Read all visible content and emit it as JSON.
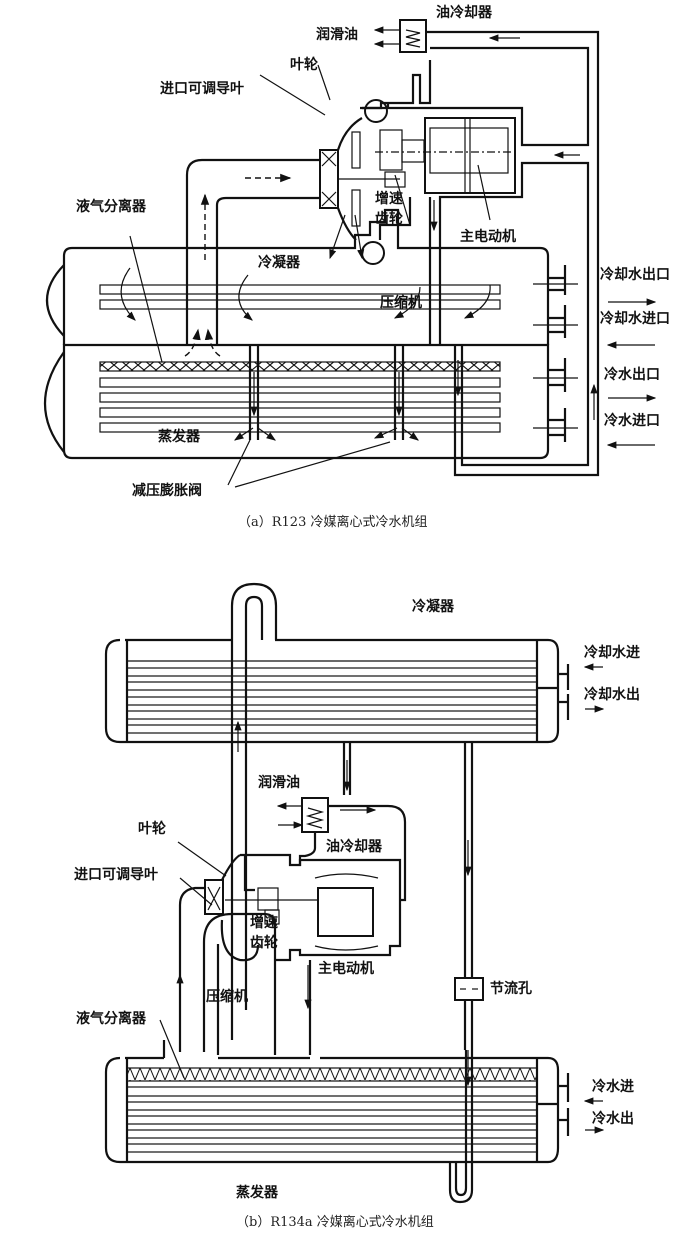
{
  "figure_a": {
    "caption": "（a）R123 冷媒离心式冷水机组",
    "labels": {
      "oil_cooler": "油冷却器",
      "lube_oil": "润滑油",
      "impeller": "叶轮",
      "inlet_guide_vanes": "进口可调导叶",
      "separator": "液气分离器",
      "gear_line1": "增速",
      "gear_line2": "齿轮",
      "motor": "主电动机",
      "compressor": "压缩机",
      "condenser": "冷凝器",
      "evaporator": "蒸发器",
      "expansion_valve": "减压膨胀阀",
      "cooling_water_out": "冷却水出口",
      "cooling_water_in": "冷却水进口",
      "chilled_water_out": "冷水出口",
      "chilled_water_in": "冷水进口"
    }
  },
  "figure_b": {
    "caption": "（b）R134a 冷媒离心式冷水机组",
    "labels": {
      "condenser": "冷凝器",
      "cooling_water_in": "冷却水进",
      "cooling_water_out": "冷却水出",
      "lube_oil": "润滑油",
      "oil_cooler": "油冷却器",
      "impeller": "叶轮",
      "inlet_guide_vanes": "进口可调导叶",
      "gear_line1": "增速",
      "gear_line2": "齿轮",
      "motor": "主电动机",
      "orifice": "节流孔",
      "compressor": "压缩机",
      "separator": "液气分离器",
      "chilled_water_in": "冷水进",
      "chilled_water_out": "冷水出",
      "evaporator": "蒸发器"
    }
  },
  "colors": {
    "line": "#111111",
    "background": "#ffffff"
  }
}
